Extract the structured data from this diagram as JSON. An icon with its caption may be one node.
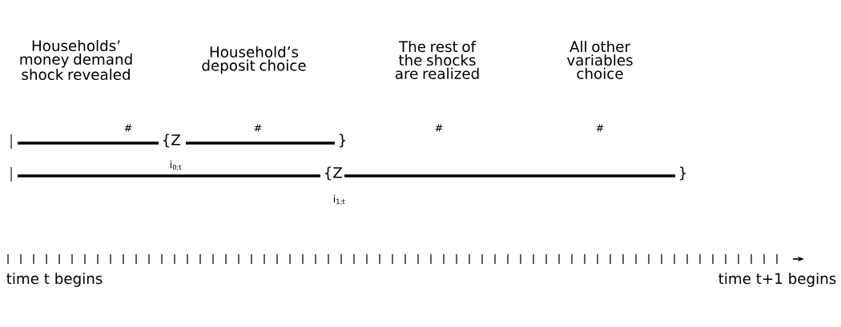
{
  "diagram": {
    "labels": [
      "Households’ money demand shock revealed",
      "Household’s deposit choice",
      "The rest of the shocks are realized",
      "All other variables choice",
      "#",
      "#",
      "#",
      "#",
      "{Z",
      "}",
      "i$_{0;t}$",
      "{Z",
      "}",
      "i$_{1;t}$",
      "time t begins",
      "time t+1 begins"
    ]
  }
}
